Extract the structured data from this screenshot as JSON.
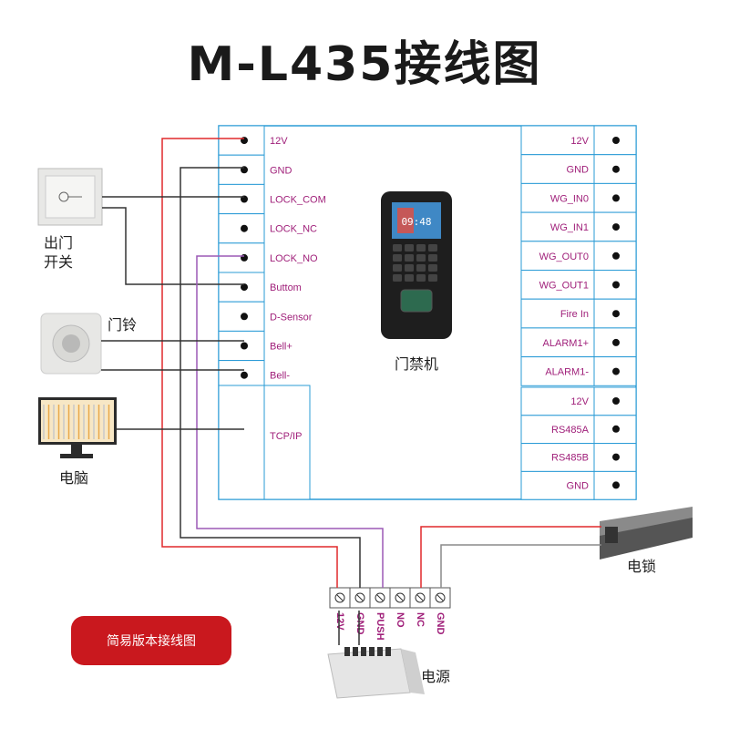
{
  "title": "M-L435接线图",
  "left_pins": [
    "12V",
    "GND",
    "LOCK_COM",
    "LOCK_NC",
    "LOCK_NO",
    "Buttom",
    "D-Sensor",
    "Bell+",
    "Bell-"
  ],
  "tcp_label": "TCP/IP",
  "right_pins_top": [
    "12V",
    "GND",
    "WG_IN0",
    "WG_IN1",
    "WG_OUT0",
    "WG_OUT1",
    "Fire In",
    "ALARM1+",
    "ALARM1-"
  ],
  "right_pins_bottom": [
    "12V",
    "RS485A",
    "RS485B",
    "GND"
  ],
  "device_label": "门禁机",
  "device_screen_time": "09:48",
  "exit_switch_label_line1": "出门",
  "exit_switch_label_line2": "开关",
  "doorbell_label": "门铃",
  "computer_label": "电脑",
  "lock_label": "电锁",
  "power_label": "电源",
  "terminal_labels": [
    "12V",
    "GND",
    "PUSH",
    "NO",
    "NC",
    "GND"
  ],
  "simple_version_button": "简易版本接线图",
  "colors": {
    "red_wire": "#e0292b",
    "black_wire": "#333333",
    "gray_wire": "#8a8a8a",
    "purple_wire": "#9b59b6",
    "panel_border": "#2a9bd6",
    "pin_text": "#a0207a",
    "button_bg": "#c9181e"
  }
}
